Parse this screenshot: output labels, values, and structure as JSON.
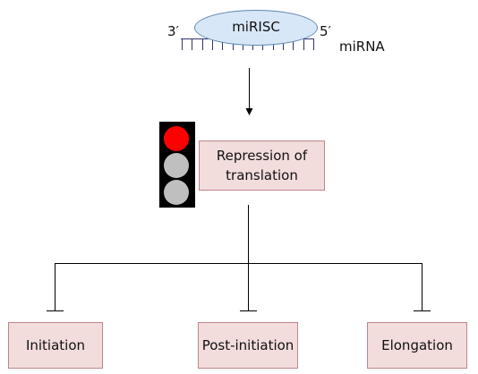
{
  "diagram": {
    "complex_label": "miRISC",
    "prime_3": "3′",
    "prime_5": "5′",
    "mirna_label": "miRNA",
    "repression_label": "Repression of\ntranslation",
    "targets": [
      {
        "label": "Initiation"
      },
      {
        "label": "Post-initiation"
      },
      {
        "label": "Elongation"
      }
    ],
    "traffic_light": {
      "active": "red",
      "colors": {
        "active": "#ff0000",
        "inactive": "#bfbfbf",
        "housing": "#000000"
      }
    },
    "colors": {
      "box_fill": "#f2dcdc",
      "box_border": "#c0858b",
      "ellipse_fill": "#d8e7f7",
      "ellipse_border": "#5f87b5",
      "mirna_strand": "#33336e"
    }
  }
}
